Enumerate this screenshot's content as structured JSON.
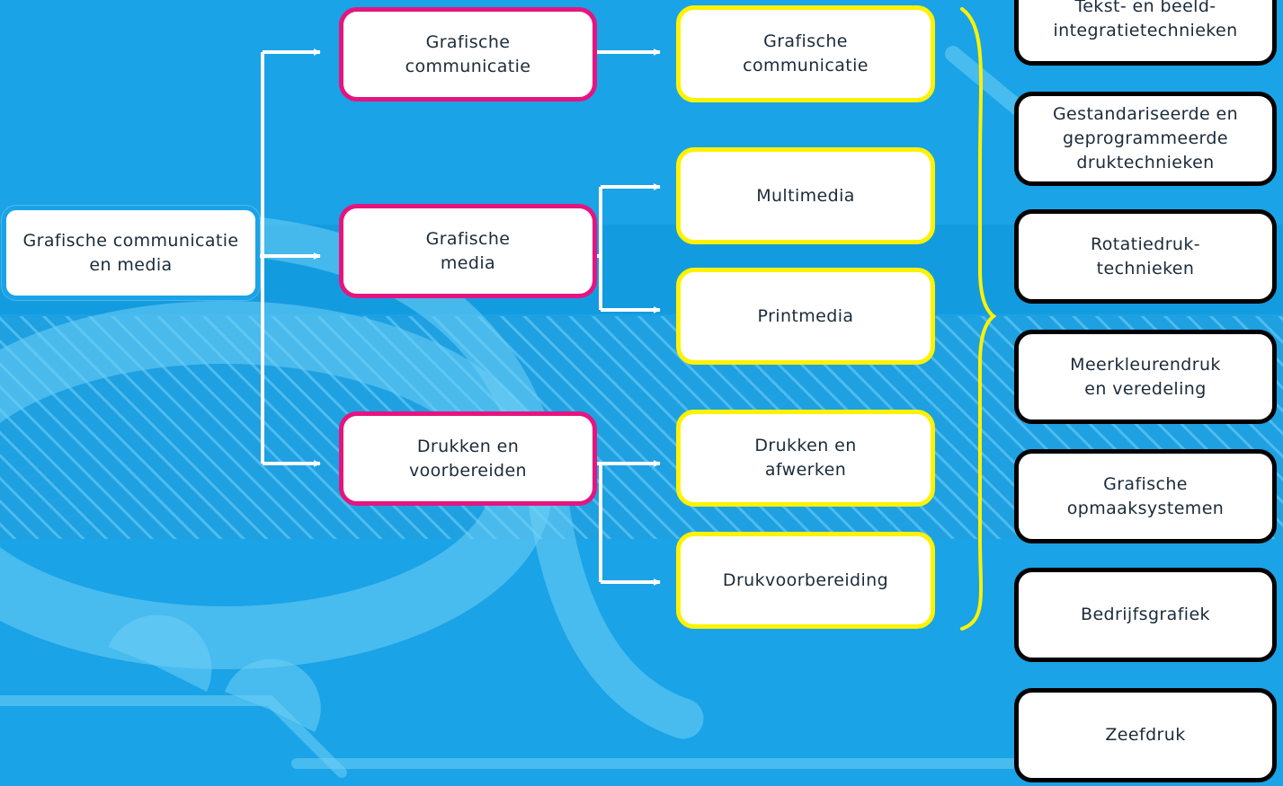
{
  "colors": {
    "background": "#1aa3e6",
    "root_border": "#1aa3e6",
    "level1_border": "#e5157f",
    "level2_border": "#fff200",
    "right_border": "#000000",
    "connector": "#ffffff",
    "brace": "#fff200"
  },
  "diagram": {
    "root": "Grafische communicatie\nen media",
    "level1": [
      "Grafische\ncommunicatie",
      "Grafische\nmedia",
      "Drukken en\nvoorbereiden"
    ],
    "level2": [
      "Grafische\ncommunicatie",
      "Multimedia",
      "Printmedia",
      "Drukken en\nafwerken",
      "Drukvoorbereiding"
    ],
    "right": [
      "Tekst- en beeld-\nintegratietechnieken",
      "Gestandariseerde en\ngeprogrammeerde\ndruktechnieken",
      "Rotatiedruk-\ntechnieken",
      "Meerkleurendruk\nen veredeling",
      "Grafische\nopmaaksystemen",
      "Bedrijfsgrafiek",
      "Zeefdruk"
    ]
  }
}
